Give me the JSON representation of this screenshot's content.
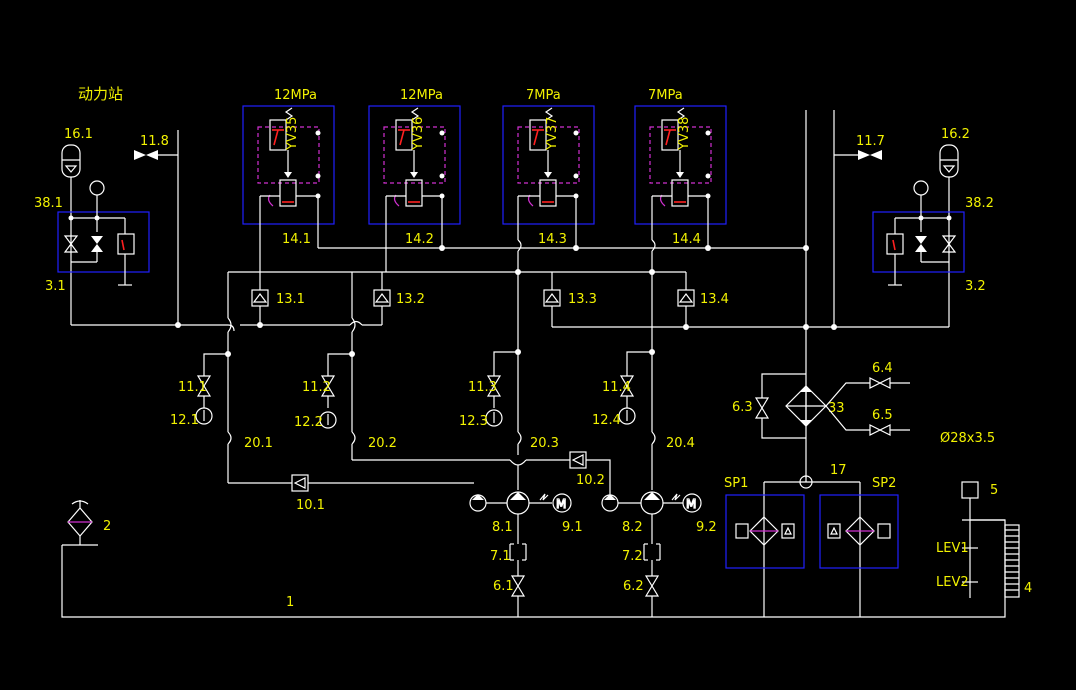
{
  "title": "动力站",
  "colors": {
    "background": "#000000",
    "line": "#ffffff",
    "label": "#f2f200",
    "box": "#2020ff",
    "pilot": "#d030d0",
    "spring": "#ff2020"
  },
  "valve_blocks": [
    {
      "pressure": "12MPa",
      "coil": "YV35",
      "label": "14.1"
    },
    {
      "pressure": "12MPa",
      "coil": "YV36",
      "label": "14.2"
    },
    {
      "pressure": "7MPa",
      "coil": "YV37",
      "label": "14.3"
    },
    {
      "pressure": "7MPa",
      "coil": "YV38",
      "label": "14.4"
    }
  ],
  "labels": {
    "acc_left": "16.1",
    "acc_right": "16.2",
    "needle_left": "11.8",
    "needle_right": "11.7",
    "block_left": "38.1",
    "block_right": "38.2",
    "pr_left": "3.1",
    "pr_right": "3.2",
    "check": [
      "13.1",
      "13.2",
      "13.3",
      "13.4"
    ],
    "ball": [
      "11.1",
      "11.2",
      "11.3",
      "11.4"
    ],
    "gauge": [
      "12.1",
      "12.2",
      "12.3",
      "12.4"
    ],
    "hose": [
      "20.1",
      "20.2",
      "20.3",
      "20.4"
    ],
    "filter_check": [
      "10.1",
      "10.2"
    ],
    "pump": [
      "8.1",
      "8.2"
    ],
    "motor": [
      "9.1",
      "9.2"
    ],
    "coupling": [
      "7.1",
      "7.2"
    ],
    "suction": [
      "6.1",
      "6.2"
    ],
    "cooler_bypass": "6.3",
    "cooler": "33",
    "cooler_in": "6.4",
    "cooler_out": "6.5",
    "pipe_spec": "Ø28x3.5",
    "return_main": "17",
    "sp1": "SP1",
    "sp2": "SP2",
    "breather": "2",
    "tank_line": "1",
    "level_sw": "5",
    "lev1": "LEV1",
    "lev2": "LEV2",
    "heater": "4"
  }
}
